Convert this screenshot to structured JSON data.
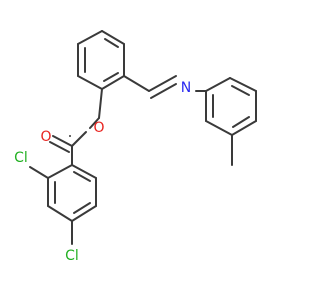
{
  "atoms": {
    "O_carbonyl": {
      "symbol": "O",
      "color": "#e8231f"
    },
    "O_ester": {
      "symbol": "O",
      "color": "#e8231f"
    },
    "N_imine": {
      "symbol": "N",
      "color": "#2a2af0"
    },
    "Cl_ortho": {
      "symbol": "Cl",
      "color": "#22b022"
    },
    "Cl_para": {
      "symbol": "Cl",
      "color": "#22b022"
    }
  },
  "colors": {
    "bond": "#3a3a3a",
    "background": "#ffffff"
  }
}
